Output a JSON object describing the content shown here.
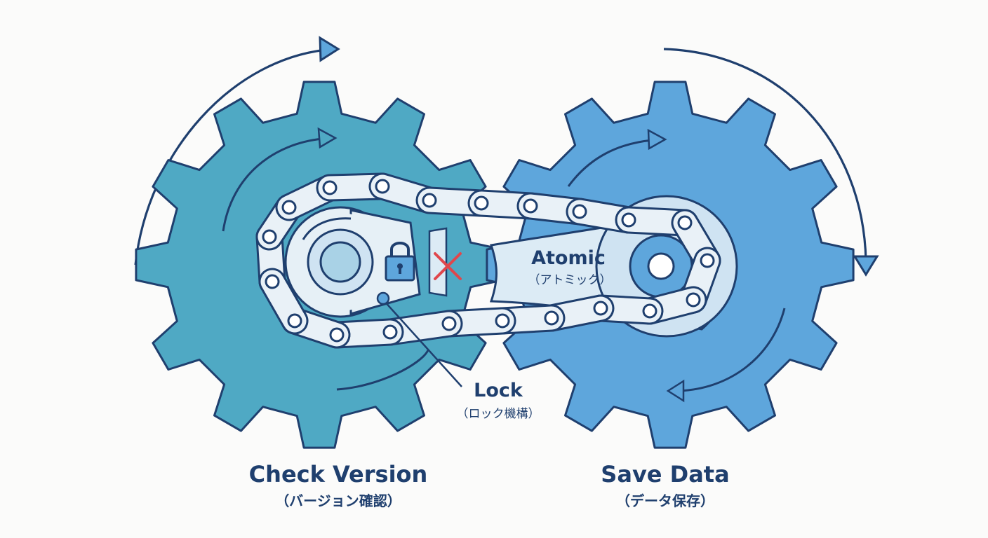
{
  "colors": {
    "background": "#fbfbfa",
    "outline": "#1f3f6e",
    "left_gear": "#4fa9c4",
    "right_gear": "#5ea6dc",
    "chain_link": "#e9f1f7",
    "plate": "#dcebf5",
    "cross": "#e0474c"
  },
  "left_gear": {
    "title": "Check Version",
    "subtitle": "（バージョン確認）"
  },
  "right_gear": {
    "title": "Save Data",
    "subtitle": "（データ保存）"
  },
  "center_plate": {
    "title": "Atomic",
    "subtitle": "（アトミック）"
  },
  "lock_callout": {
    "title": "Lock",
    "subtitle": "（ロック機構）"
  },
  "icons": [
    "padlock-icon",
    "cross-icon",
    "rotation-arrow-icon"
  ]
}
